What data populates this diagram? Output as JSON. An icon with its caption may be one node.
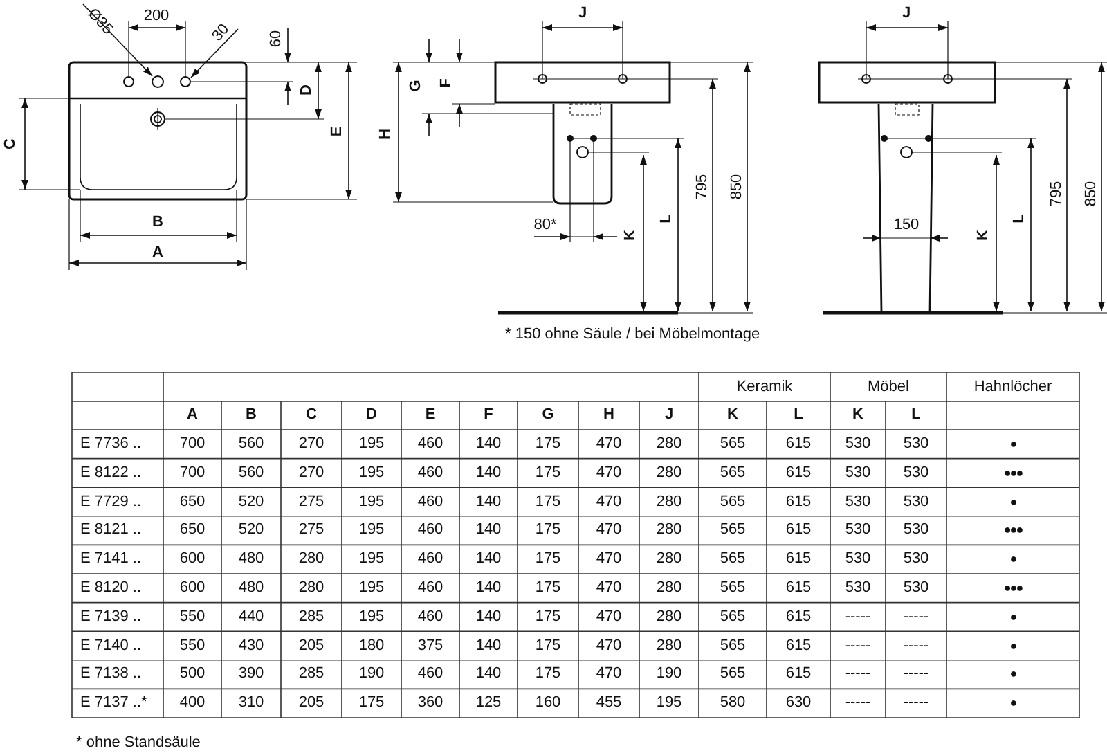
{
  "diagram": {
    "labels": [
      "Ø35",
      "200",
      "30",
      "60",
      "D",
      "C",
      "E",
      "B",
      "A",
      "J",
      "G",
      "F",
      "H",
      "795",
      "850",
      "80*",
      "K",
      "L",
      "J",
      "150",
      "K",
      "L",
      "795",
      "850",
      "* 150 ohne Säule / bei Möbelmontage",
      "Keramik",
      "Möbel",
      "Hahnlöcher",
      "A",
      "B",
      "C",
      "D",
      "E",
      "F",
      "G",
      "H",
      "J",
      "K",
      "L",
      "K",
      "L",
      "E 7736 ..",
      "700",
      "560",
      "270",
      "195",
      "460",
      "140",
      "175",
      "470",
      "280",
      "565",
      "615",
      "530",
      "530",
      "●",
      "E 8122 ..",
      "700",
      "560",
      "270",
      "195",
      "460",
      "140",
      "175",
      "470",
      "280",
      "565",
      "615",
      "530",
      "530",
      "●●●",
      "E 7729 ..",
      "650",
      "520",
      "275",
      "195",
      "460",
      "140",
      "175",
      "470",
      "280",
      "565",
      "615",
      "530",
      "530",
      "●",
      "E 8121 ..",
      "650",
      "520",
      "275",
      "195",
      "460",
      "140",
      "175",
      "470",
      "280",
      "565",
      "615",
      "530",
      "530",
      "●●●",
      "E 7141 ..",
      "600",
      "480",
      "280",
      "195",
      "460",
      "140",
      "175",
      "470",
      "280",
      "565",
      "615",
      "530",
      "530",
      "●",
      "E 8120 ..",
      "600",
      "480",
      "280",
      "195",
      "460",
      "140",
      "175",
      "470",
      "280",
      "565",
      "615",
      "530",
      "530",
      "●●●",
      "E 7139 ..",
      "550",
      "440",
      "285",
      "195",
      "460",
      "140",
      "175",
      "470",
      "280",
      "565",
      "615",
      "-----",
      "-----",
      "●",
      "E 7140 ..",
      "550",
      "430",
      "205",
      "180",
      "375",
      "140",
      "175",
      "470",
      "280",
      "565",
      "615",
      "-----",
      "-----",
      "●",
      "E 7138 ..",
      "500",
      "390",
      "285",
      "190",
      "460",
      "140",
      "175",
      "470",
      "190",
      "565",
      "615",
      "-----",
      "-----",
      "●",
      "E 7137 ..*",
      "400",
      "310",
      "205",
      "175",
      "360",
      "125",
      "160",
      "455",
      "195",
      "580",
      "630",
      "-----",
      "-----",
      "●",
      "* ohne Standsäule"
    ]
  }
}
